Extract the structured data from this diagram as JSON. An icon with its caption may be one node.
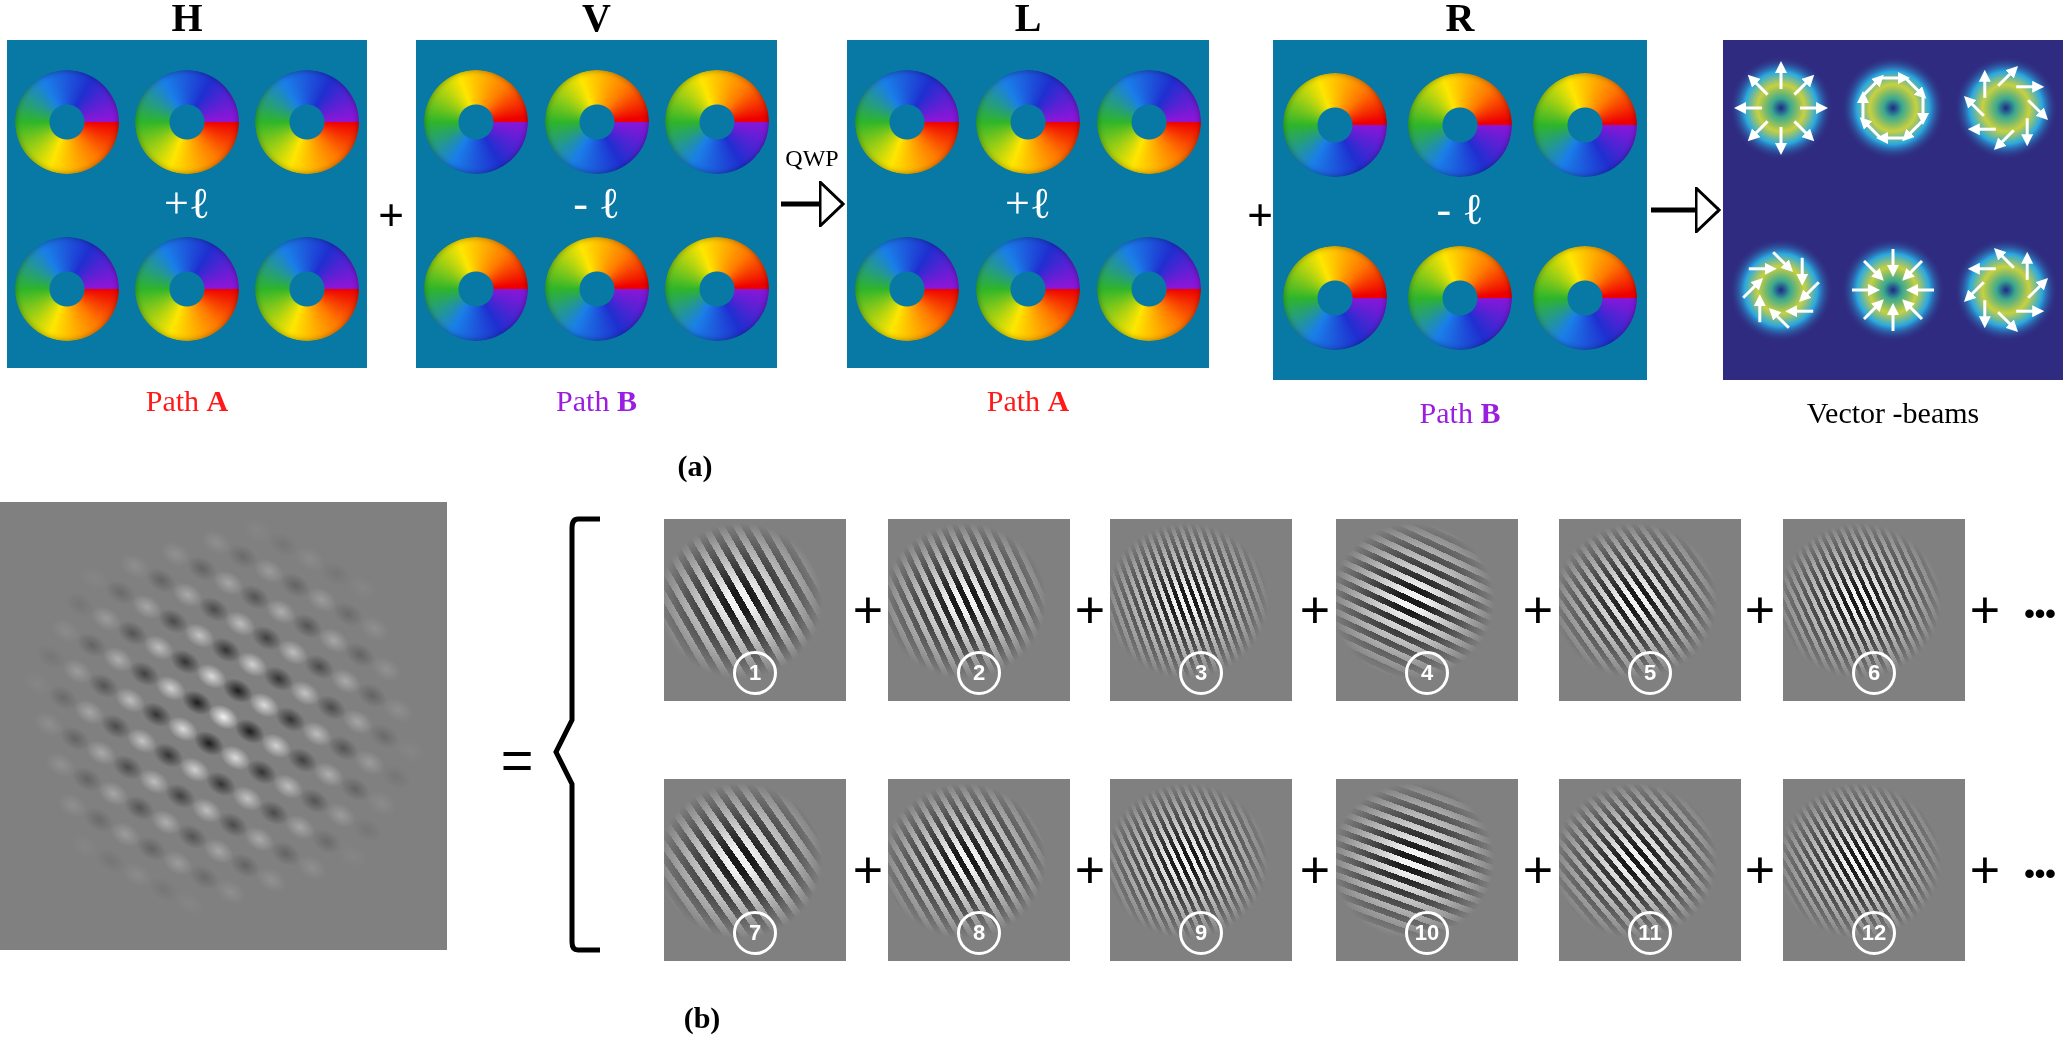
{
  "diagram": {
    "nodes": [
      {
        "text": [
          "H",
          "+ℓ"
        ],
        "beside": [
          "Path **A**"
        ]
      },
      {
        "text": [
          "V",
          "- ℓ"
        ],
        "beside": [
          "Path **B**"
        ]
      },
      {
        "text": [
          "L",
          "+ℓ"
        ],
        "beside": [
          "Path **A**"
        ]
      },
      {
        "text": [
          "R",
          "- ℓ"
        ],
        "beside": [
          "Path **B**"
        ]
      },
      {
        "text": [],
        "shape": "picture",
        "beside": [
          "Vector -beams"
        ]
      },
      {
        "text": [],
        "shape": "picture"
      },
      {
        "text": [
          "1"
        ]
      },
      {
        "text": [
          "2"
        ]
      },
      {
        "text": [
          "3"
        ]
      },
      {
        "text": [
          "4"
        ]
      },
      {
        "text": [
          "5"
        ]
      },
      {
        "text": [
          "6"
        ]
      },
      {
        "text": [
          "7"
        ]
      },
      {
        "text": [
          "8"
        ]
      },
      {
        "text": [
          "9"
        ]
      },
      {
        "text": [
          "10"
        ]
      },
      {
        "text": [
          "11"
        ]
      },
      {
        "text": [
          "12"
        ]
      }
    ],
    "edges": [
      {
        "from": 1,
        "to": 2,
        "arrow": "to",
        "label": "QWP"
      },
      {
        "from": 3,
        "to": 4,
        "arrow": "to"
      }
    ],
    "labels": [
      "+",
      "+",
      "(a)",
      "=",
      "+",
      "+",
      "+",
      "+",
      "+",
      "+",
      "•••",
      "+",
      "+",
      "+",
      "+",
      "+",
      "+",
      "•••",
      "(b)"
    ]
  }
}
